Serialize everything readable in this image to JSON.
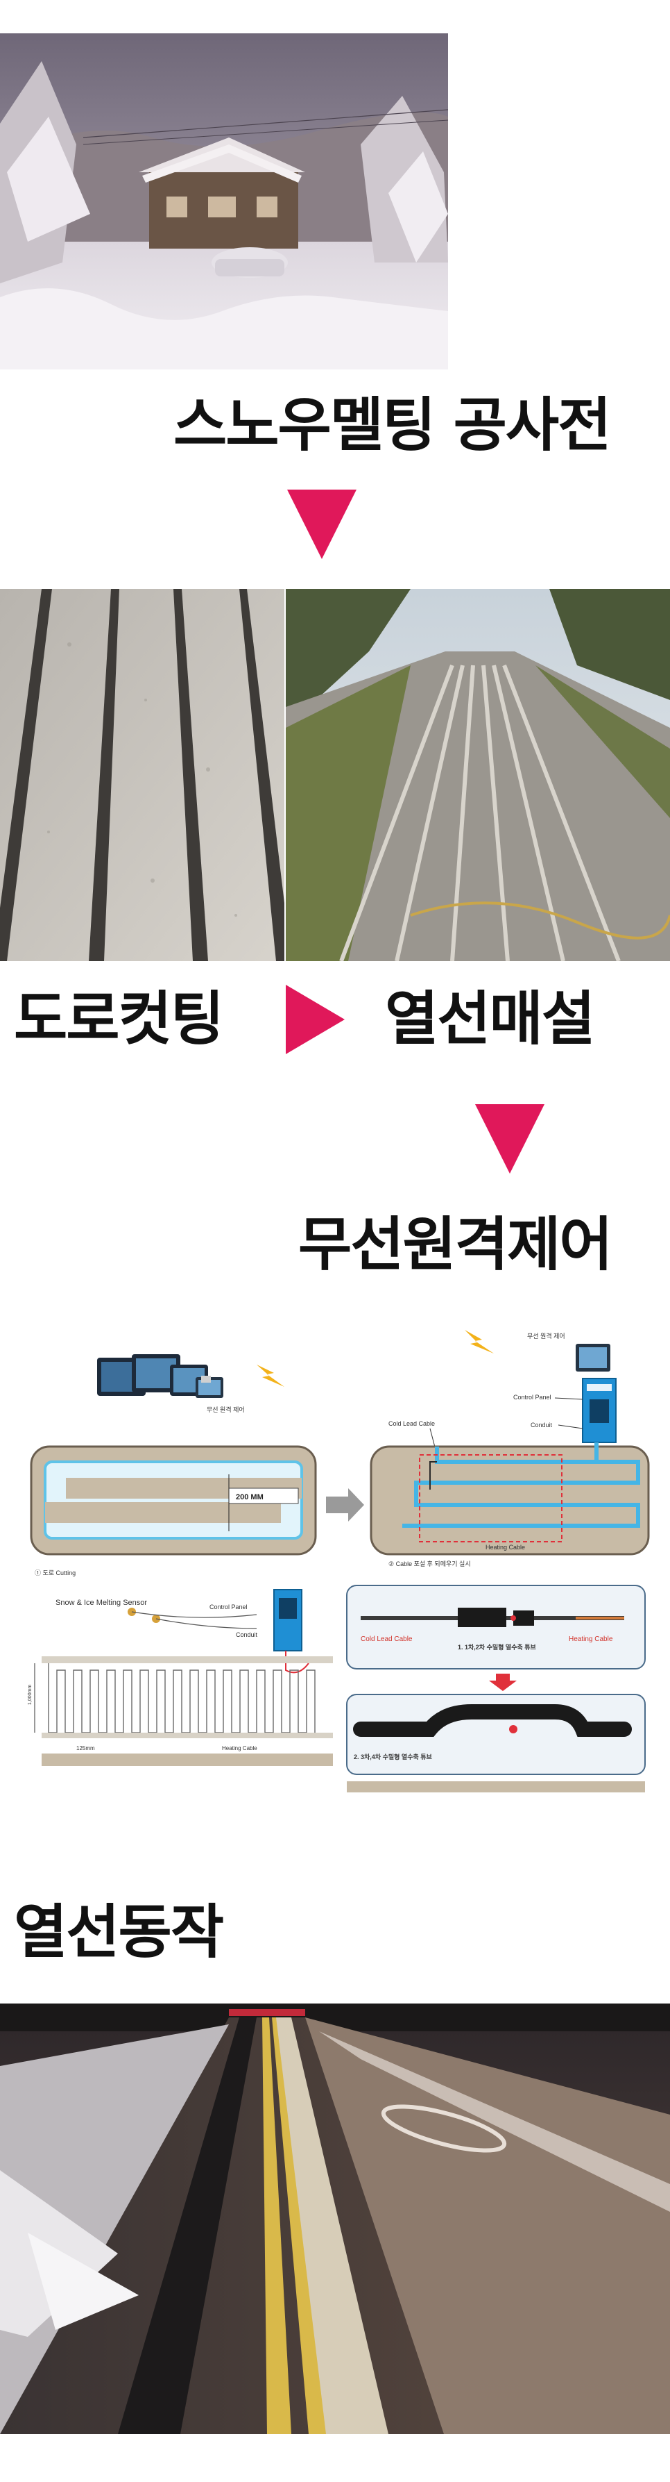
{
  "headings": {
    "before": "스노우멜팅 공사전",
    "cutting": "도로컷팅",
    "laying": "열선매설",
    "remote": "무선원격제어",
    "operation": "열선동작"
  },
  "diagram": {
    "remote_label_left": "무선 원격 제어",
    "remote_label_right": "무선 원격 제어",
    "control_panel_label": "Control Panel",
    "conduit_label": "Conduit",
    "cold_lead_cable_label": "Cold Lead Cable",
    "heating_cable_label": "Heating Cable",
    "dimension_label": "200 MM",
    "step1_label": "① 도로 Cutting",
    "step2_label": "② Cable 포설 후 되메우기 실시",
    "sensor_label": "Snow & Ice Melting Sensor",
    "control_panel_label_2": "Control Panel",
    "conduit_label_2": "Conduit",
    "spacing_label": "125mm",
    "length_label": "1,000mm",
    "heating_cable_label_2": "Heating Cable",
    "cold_lead_cable_label_2": "Cold Lead Cable",
    "heating_cable_label_3": "Heating Cable",
    "splice1_label": "1. 1차,2차 수밀형 열수축 튜브",
    "splice2_label": "2. 3차,4차 수밀형 열수축 튜브"
  },
  "colors": {
    "accent": "#e0185a",
    "text": "#111111"
  }
}
